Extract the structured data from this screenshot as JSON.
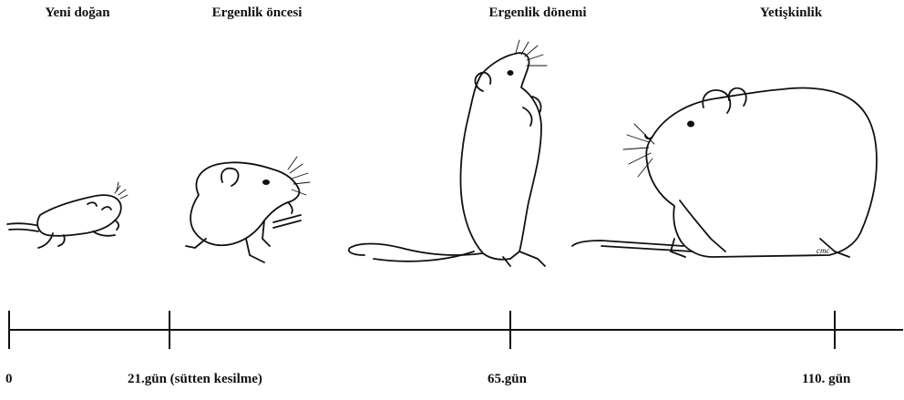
{
  "stages": [
    {
      "label": "Yeni doğan"
    },
    {
      "label": "Ergenlik öncesi"
    },
    {
      "label": "Ergenlik dönemi"
    },
    {
      "label": "Yetişkinlik"
    }
  ],
  "timeline": {
    "ticks": [
      {
        "label": "0"
      },
      {
        "label": "21.gün (sütten kesilme)"
      },
      {
        "label": "65.gün"
      },
      {
        "label": "110. gün"
      }
    ]
  },
  "signature": "cmc",
  "colors": {
    "ink": "#111111",
    "background": "#ffffff"
  }
}
